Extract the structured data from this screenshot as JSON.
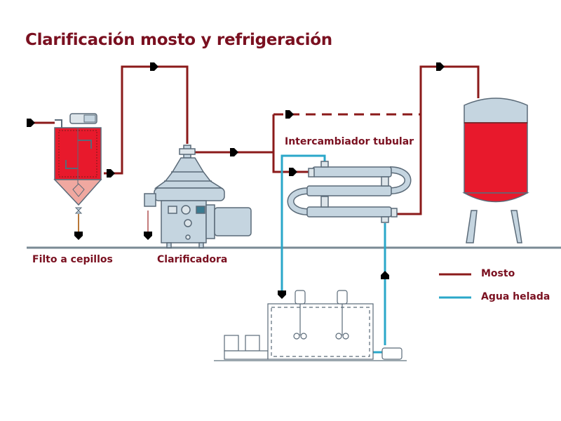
{
  "title": "Clarificación mosto y refrigeración",
  "equipment": {
    "brush_filter": "Filto a cepillos",
    "clarifier": "Clarificadora",
    "heat_exchanger": "Intercambiador tubular"
  },
  "legend": {
    "items": [
      {
        "label": "Mosto",
        "color": "#8b1a1a"
      },
      {
        "label": "Agua helada",
        "color": "#2aa7c9"
      }
    ]
  },
  "colors": {
    "must_pipe": "#8b1a1a",
    "chilled_water_pipe": "#2aa7c9",
    "tank_fill": "#e8192c",
    "equipment_body": "#c5d5e0",
    "equipment_outline": "#5a6a78",
    "text": "#7a1020"
  }
}
